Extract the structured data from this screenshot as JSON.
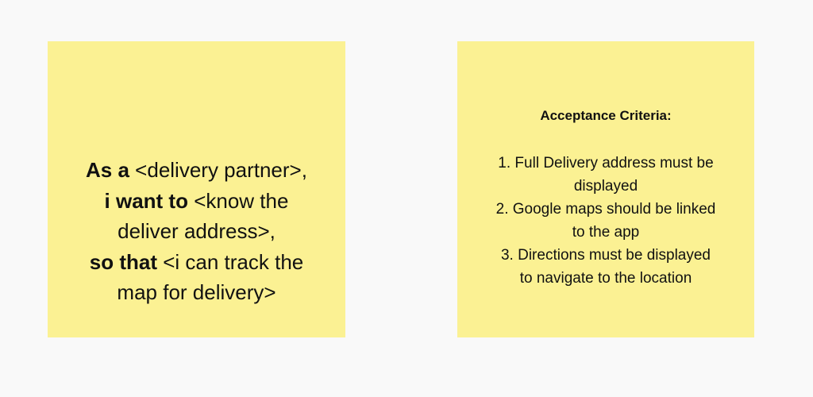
{
  "user_story": {
    "line1_bold": "As a",
    "line1_rest": " <delivery partner>,",
    "line2_bold": "i want to",
    "line2_rest": " <know the",
    "line3": "deliver address>,",
    "line4_bold": "so that",
    "line4_rest": " <i can track the",
    "line5": "map for delivery>"
  },
  "acceptance": {
    "title": "Acceptance Criteria:",
    "lines": [
      "1. Full Delivery address must be",
      "displayed",
      "2. Google maps should be linked",
      "to the app",
      "3. Directions must be displayed",
      "to navigate to the location"
    ]
  },
  "colors": {
    "background": "#f9f9f9",
    "note": "#fbf193"
  }
}
